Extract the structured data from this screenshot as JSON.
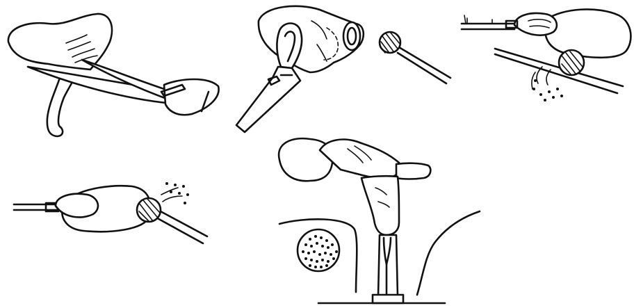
{
  "figure": {
    "panels": [
      "panel-1-incision",
      "panel-2-forceps-and-burr",
      "panel-3-drilling-with-irrigation",
      "panel-4-drilling-sprayed",
      "panel-5-prosthesis-seated"
    ]
  }
}
